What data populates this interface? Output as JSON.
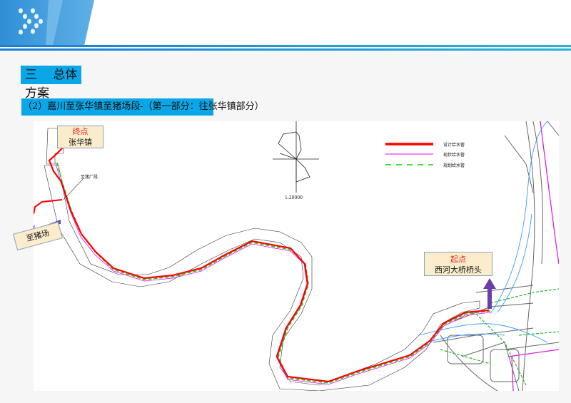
{
  "header": {
    "logo": "dot-arrow-logo"
  },
  "section": {
    "title": "三　 总体方案"
  },
  "subtitle": "（2）嘉川至张华镇至猪场段-（第一部分：往张华镇部分）",
  "map": {
    "end_point": {
      "label": "终点",
      "name": "张华镇"
    },
    "start_point": {
      "label": "起点",
      "name": "西河大桥桥头"
    },
    "pig_farm": "至猪场",
    "branch_label": "至猪厂段",
    "scale": "1:20000",
    "legend": [
      {
        "label": "设计给水管",
        "color": "#ff0000",
        "style": "solid-thick"
      },
      {
        "label": "现状给水管",
        "color": "#ff00ff",
        "style": "solid-thin"
      },
      {
        "label": "规划给水管",
        "color": "#00dd00",
        "style": "dashed"
      }
    ],
    "colors": {
      "route": "#ff0000",
      "river": "#3399ff",
      "road": "#00bb00",
      "arrow": "#6a3fa8"
    }
  }
}
